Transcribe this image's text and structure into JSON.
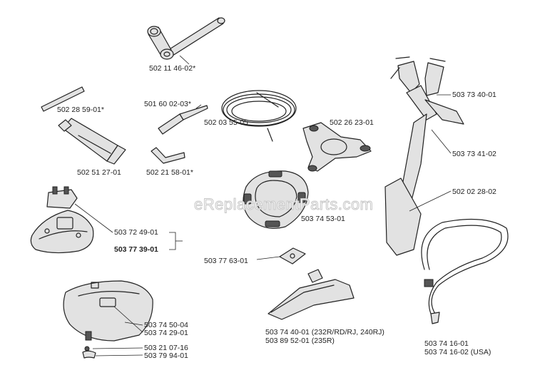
{
  "watermark": "eReplacementParts.com",
  "parts": {
    "p_502_11_46_02": "502 11 46-02*",
    "p_502_28_59_01": "502 28 59-01*",
    "p_501_60_02_03": "501 60 02-03*",
    "p_502_03_55_05": "502 03 55-05",
    "p_502_26_23_01": "502 26 23-01",
    "p_502_51_27_01": "502 51 27-01",
    "p_502_21_58_01": "502 21 58-01*",
    "p_503_73_40_01": "503 73 40-01",
    "p_503_73_41_02": "503 73 41-02",
    "p_502_02_28_02": "502 02 28-02",
    "p_503_74_53_01": "503 74 53-01",
    "p_503_72_49_01": "503 72 49-01",
    "p_503_77_39_01": "503 77 39-01",
    "p_503_77_63_01": "503 77 63-01",
    "p_503_74_50_04": "503 74 50-04",
    "p_503_74_29_01": "503 74 29-01",
    "p_503_21_07_16": "503 21 07-16",
    "p_503_79_94_01": "503 79 94-01",
    "p_503_74_40_01": "503 74 40-01 (232R/RD/RJ, 240RJ)",
    "p_503_89_52_01": "503 89 52-01 (235R)",
    "p_503_74_16_01": "503 74 16-01",
    "p_503_74_16_02": "503 74 16-02 (USA)"
  }
}
